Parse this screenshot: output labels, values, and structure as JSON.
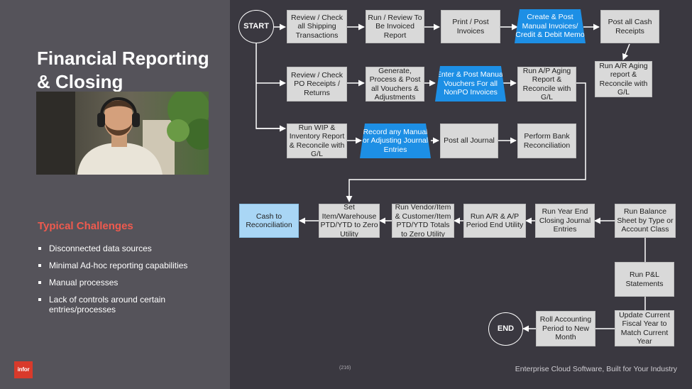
{
  "title": "Financial Reporting & Closing",
  "challenges": {
    "heading": "Typical Challenges",
    "items": [
      "Disconnected data sources",
      "Minimal Ad-hoc reporting capabilities",
      "Manual processes",
      "Lack of controls around certain entries/processes"
    ]
  },
  "logo_text": "infor",
  "page_number": "(216)",
  "footer": "Enterprise Cloud Software, Built for Your Industry",
  "colors": {
    "background": "#3a3840",
    "left_panel": "#55535a",
    "accent": "#ef5a4e",
    "box": "#d9d9d9",
    "manual_step": "#1d8fe5",
    "highlight": "#a9d6f5"
  },
  "flow": {
    "start": "START",
    "end": "END",
    "nodes": {
      "review_shipping": "Review / Check all Shipping Transactions",
      "run_to_be_invoiced": "Run / Review To Be Invoiced Report",
      "print_post_invoices": "Print / Post Invoices",
      "manual_invoices": "Create & Post Manual Invoices/ Credit & Debit Memo",
      "post_cash_receipts": "Post all Cash Receipts",
      "review_po_receipts": "Review / Check PO Receipts / Returns",
      "generate_vouchers": "Generate, Process & Post all Vouchers & Adjustments",
      "manual_vouchers": "Enter & Post Manual Vouchers For all NonPO Invoices",
      "ap_aging": "Run A/P Aging Report & Reconcile with G/L",
      "ar_aging": "Run A/R Aging report & Reconcile with G/L",
      "wip_inventory": "Run WIP & Inventory Report & Reconcile with G/L",
      "manual_journal": "Record any Manual or Adjusting Journal Entries",
      "post_journal": "Post all Journal",
      "bank_reconciliation": "Perform Bank Reconciliation",
      "cash_to_reconciliation": "Cash to Reconciliation",
      "set_item_warehouse": "Set Item/Warehouse PTD/YTD to Zero Utility",
      "vendor_item_totals": "Run Vendor/Item & Customer/Item PTD/YTD Totals to Zero Utility",
      "period_end_utility": "Run A/R & A/P Period End Utility",
      "year_end_closing": "Run Year End Closing Journal Entries",
      "balance_sheet": "Run Balance Sheet by Type or Account Class",
      "pl_statements": "Run P&L Statements",
      "update_fiscal_year": "Update Current Fiscal Year to Match Current Year",
      "roll_period": "Roll Accounting Period to New Month"
    }
  }
}
